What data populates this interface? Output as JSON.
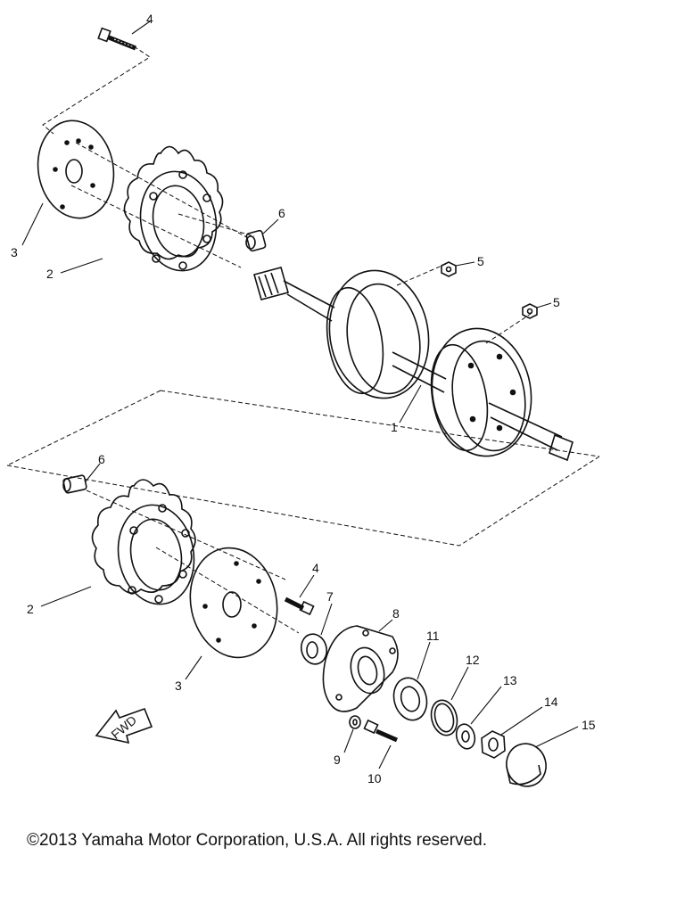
{
  "callouts": {
    "c4_top": "4",
    "c3_top": "3",
    "c2_top": "2",
    "c6_top": "6",
    "c5_a": "5",
    "c5_b": "5",
    "c1": "1",
    "c6_bottom": "6",
    "c2_bottom": "2",
    "c4_bottom": "4",
    "c7": "7",
    "c8": "8",
    "c3_bottom": "3",
    "c11": "11",
    "c12": "12",
    "c13": "13",
    "c14": "14",
    "c15": "15",
    "c9": "9",
    "c10": "10"
  },
  "fwd_label": "FWD",
  "copyright": "©2013 Yamaha Motor Corporation, U.S.A. All rights reserved."
}
